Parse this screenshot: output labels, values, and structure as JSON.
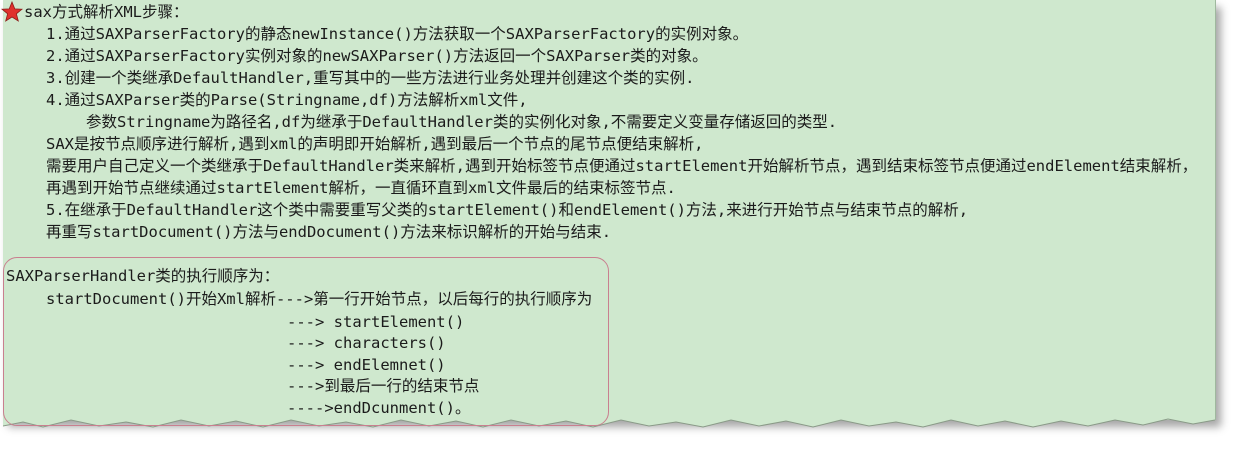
{
  "title": "sax方式解析XML步骤：",
  "steps": [
    "1.通过SAXParserFactory的静态newInstance()方法获取一个SAXParserFactory的实例对象。",
    "2.通过SAXParserFactory实例对象的newSAXParser()方法返回一个SAXParser类的对象。",
    "3.创建一个类继承DefaultHandler,重写其中的一些方法进行业务处理并创建这个类的实例.",
    "4.通过SAXParser类的Parse(Stringname,df)方法解析xml文件,",
    "参数Stringname为路径名,df为继承于DefaultHandler类的实例化对象,不需要定义变量存储返回的类型.",
    "SAX是按节点顺序进行解析,遇到xml的声明即开始解析,遇到最后一个节点的尾节点便结束解析,",
    "需要用户自己定义一个类继承于DefaultHandler类来解析,遇到开始标签节点便通过startElement开始解析节点，遇到结束标签节点便通过endElement结束解析，",
    "再遇到开始节点继续通过startElement解析，一直循环直到xml文件最后的结束标签节点.",
    "5.在继承于DefaultHandler这个类中需要重写父类的startElement()和endElement()方法,来进行开始节点与结束节点的解析,",
    "再重写startDocument()方法与endDocument()方法来标识解析的开始与结束."
  ],
  "handler": {
    "heading": "SAXParserHandler类的执行顺序为：",
    "lines": [
      "startDocument()开始Xml解析--->第一行开始节点，以后每行的执行顺序为",
      "---> startElement()",
      "---> characters()",
      "---> endElemnet()",
      "--->到最后一行的结束节点",
      "---->endDcunment()。"
    ]
  },
  "colors": {
    "note_background": "#cfe8ce",
    "highlight_border": "#c97f8f",
    "star": "#e0312d"
  }
}
